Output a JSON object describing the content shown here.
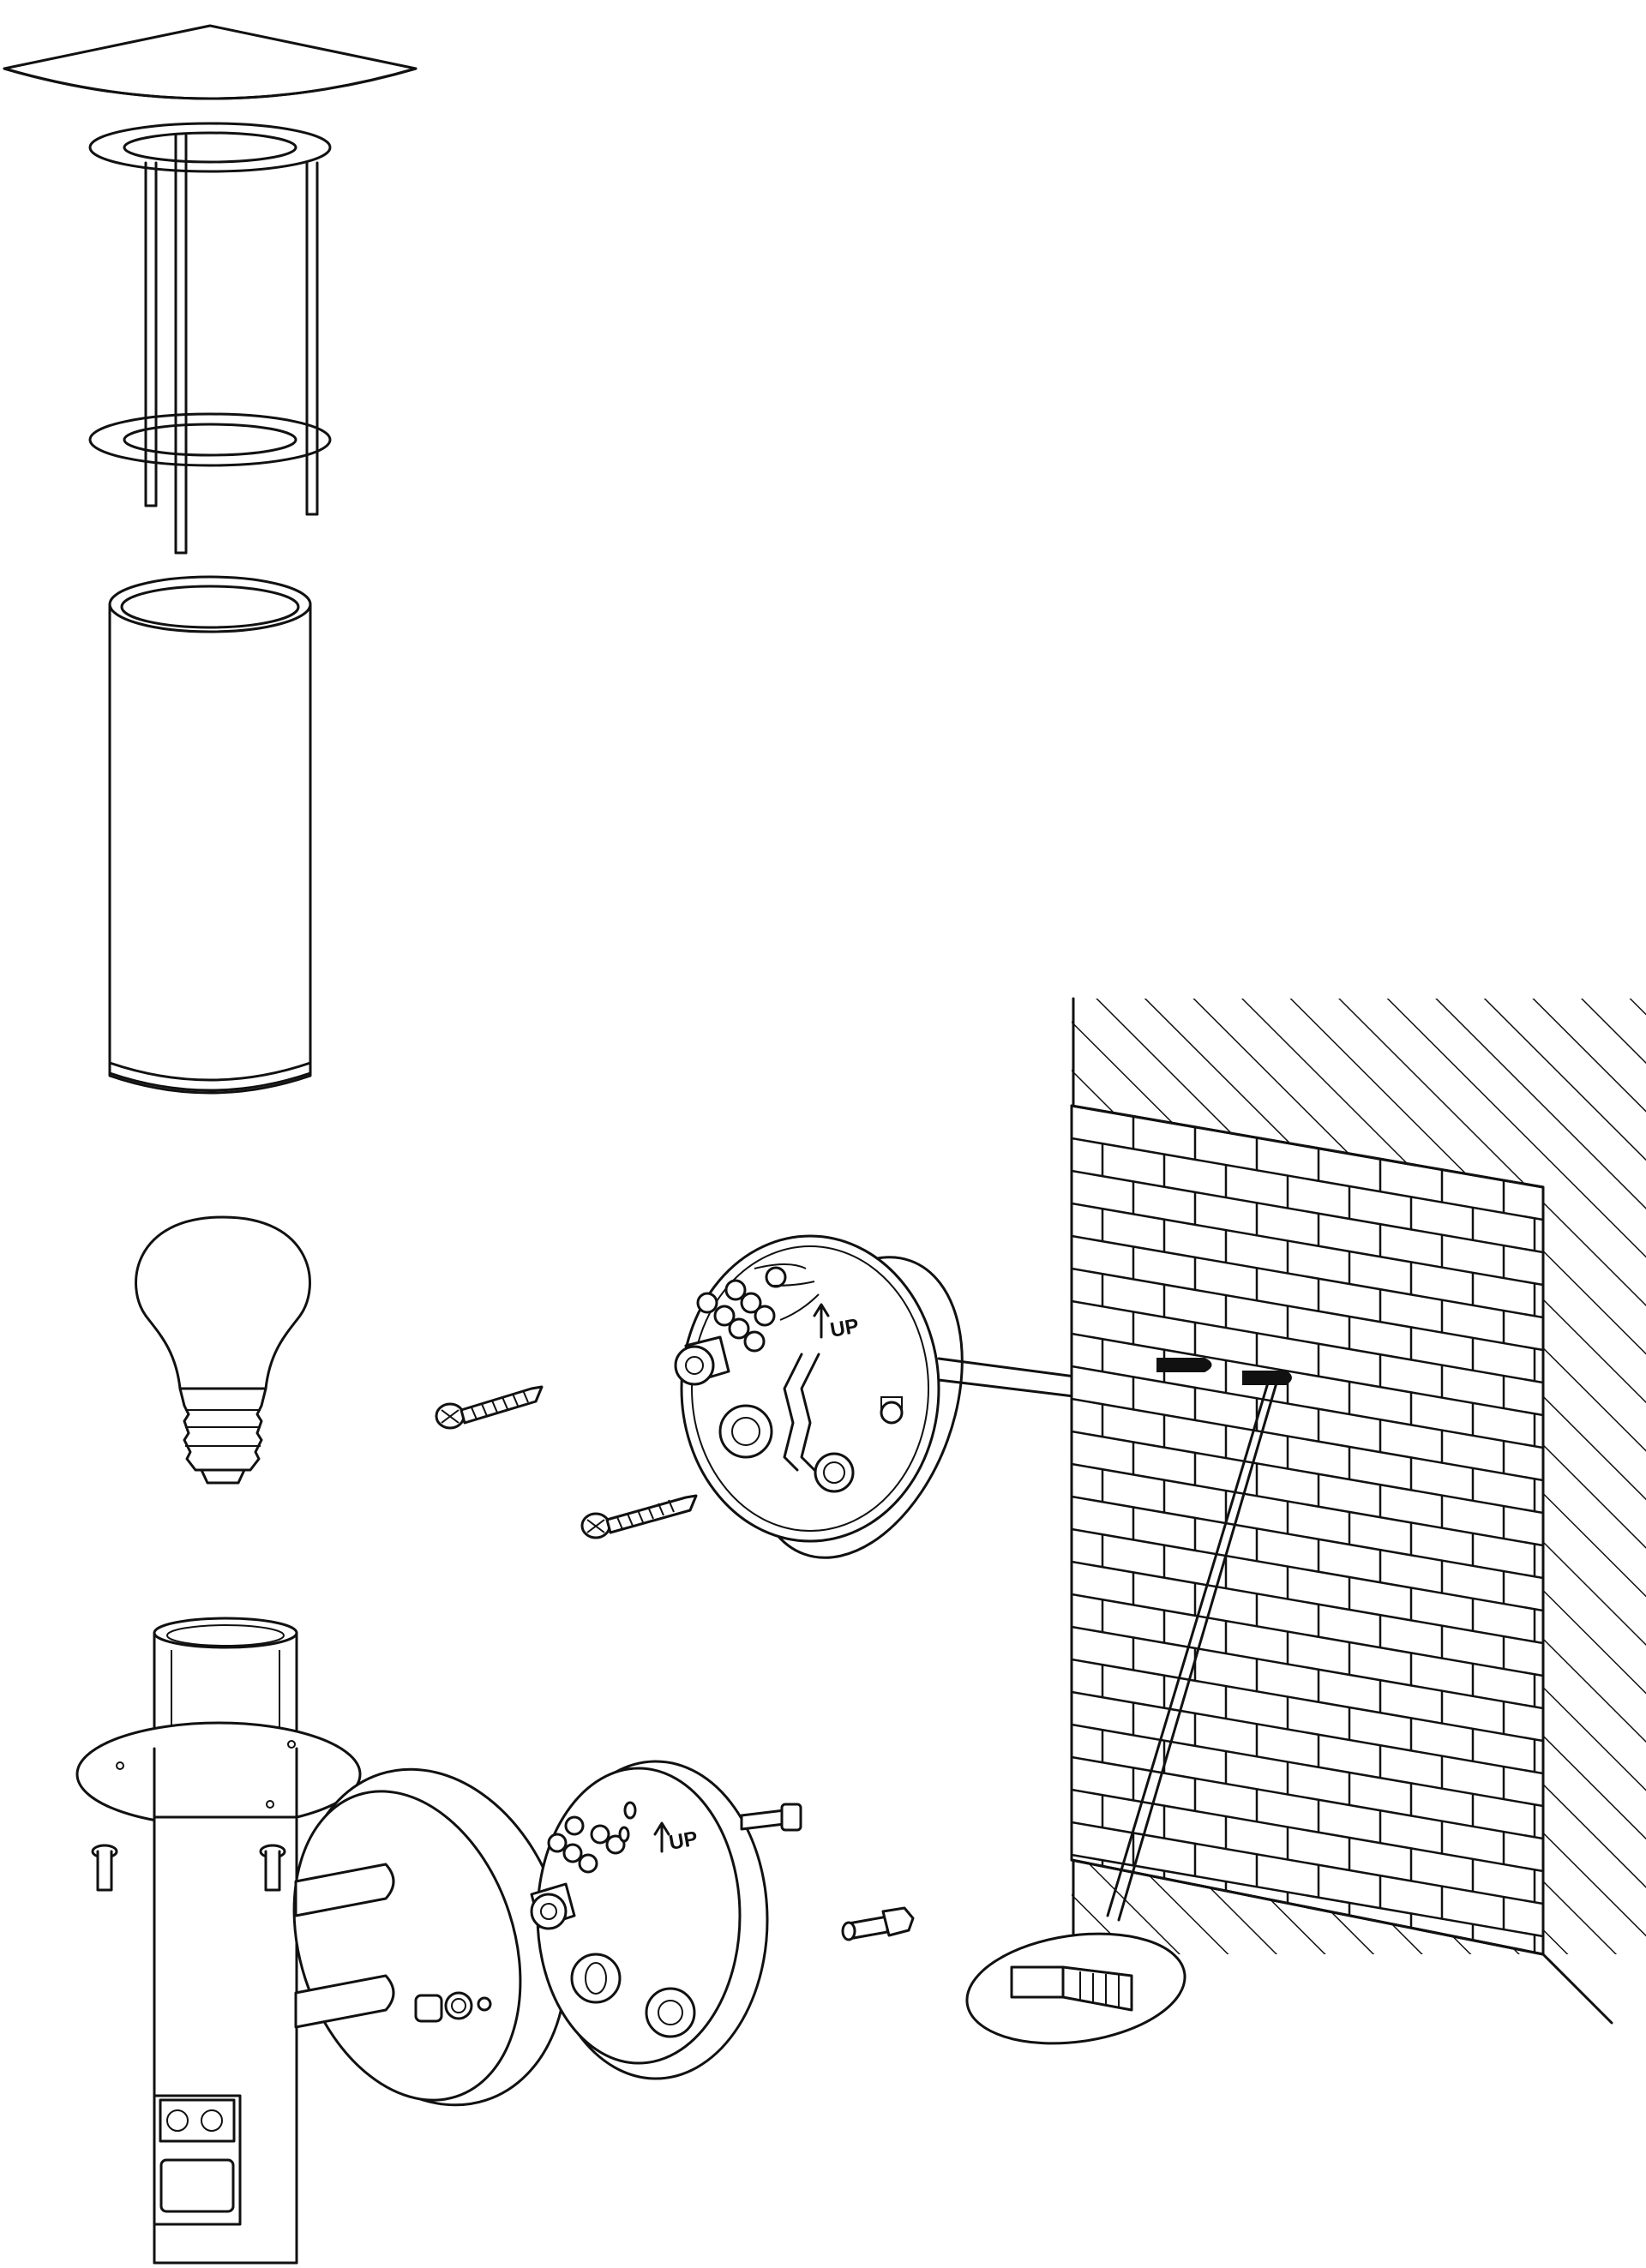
{
  "figure": {
    "type": "exploded-assembly-diagram",
    "parts": [
      "lamp-shade",
      "glass-cylinder",
      "light-bulb",
      "wall-bracket",
      "wall-plugs",
      "wall",
      "lamp-body",
      "motion-sensor",
      "screws"
    ]
  },
  "labels": {
    "up_upper": "UP",
    "up_lower": "UP"
  },
  "icons": {
    "arrow_up": "up-arrow-icon"
  },
  "colors": {
    "line": "#111111",
    "background": "#ffffff"
  }
}
